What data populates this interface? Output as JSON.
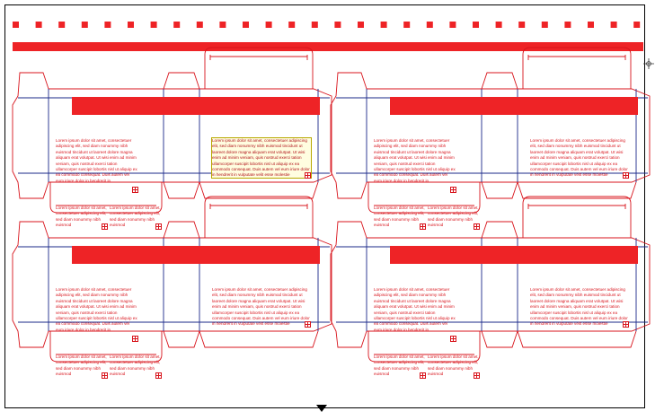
{
  "colors": {
    "die_line": "#d8141c",
    "fold_line": "#1b2a8a",
    "banner": "#ee2326",
    "page_border": "#000000",
    "selection_bg": "#fffde0",
    "selection_outline": "#b8a800"
  },
  "icons": {
    "page_marker": "down-triangle-icon",
    "cursor": "crosshair-cursor-icon",
    "overflow": "text-overflow-icon"
  },
  "text": {
    "front_main": "Lorem ipsum dolor sit amet, consectetuer adipiscing elit, sed diam nonummy nibh euismod tincidunt ut laoreet dolore magna aliquam erat volutpat. Ut wisi enim ad minim veniam, quis nostrud exerci tation ullamcorper suscipit lobortis nisl ut aliquip ex ea commodo consequat. Duis autem vel eum iriure dolor in hendrerit in",
    "back_main": "Lorem ipsum dolor sit amet, consectetuer adipiscing elit, sed diam nonummy nibh euismod tincidunt ut laoreet dolore magna aliquam erat volutpat. Ut wisi enim ad minim veniam, quis nostrud exerci tation ullamcorper suscipit lobortis nisl ut aliquip ex ea commodo consequat. Duis autem vel eum iriure dolor in hendrerit in vulputate velit esse molestie consequat, vel illum",
    "flap_small": "Lorem ipsum dolor sit amet, consectetuer adipiscing elit, sed diam nonummy nibh euismod"
  }
}
